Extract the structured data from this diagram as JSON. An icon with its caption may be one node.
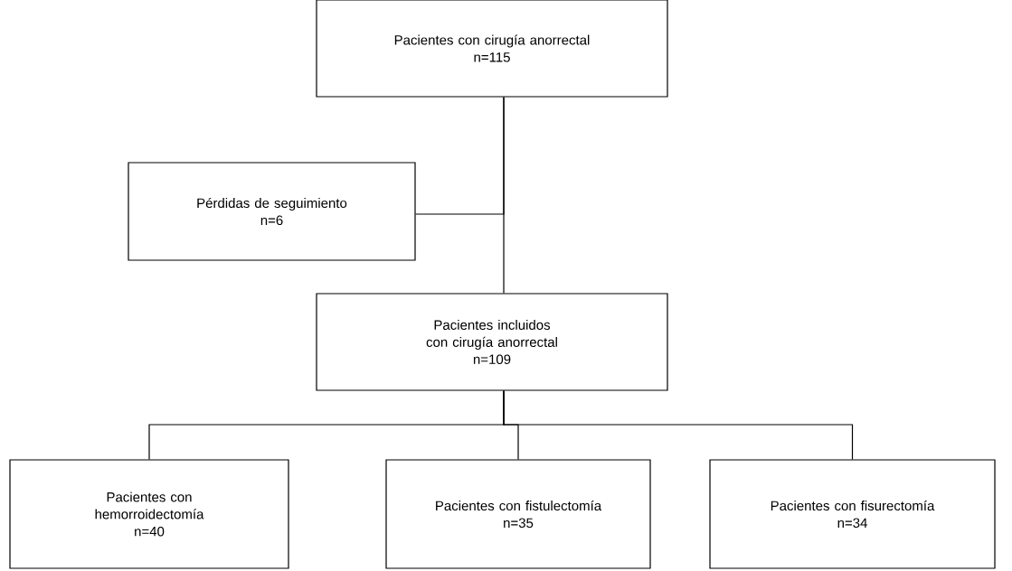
{
  "diagram": {
    "nodes": [
      {
        "text": [
          "Pacientes con cirugía anorrectal",
          "n=115"
        ]
      },
      {
        "text": [
          "Pérdidas de seguimiento",
          "n=6"
        ]
      },
      {
        "text": [
          "Pacientes incluidos con cirugía anorrectal",
          "n=109"
        ]
      },
      {
        "text": [
          "Pacientes con hemorroidectomía",
          "n=40"
        ]
      },
      {
        "text": [
          "Pacientes con fistulectomía",
          "n=35"
        ]
      },
      {
        "text": [
          "Pacientes con fisurectomía",
          "n=34"
        ]
      }
    ],
    "edges": [
      {
        "from": 0,
        "to": 2,
        "arrow": "none"
      },
      {
        "from": 0,
        "to": 1,
        "arrow": "none"
      },
      {
        "from": 2,
        "to": 3,
        "arrow": "none"
      },
      {
        "from": 2,
        "to": 4,
        "arrow": "none"
      },
      {
        "from": 2,
        "to": 5,
        "arrow": "none"
      }
    ]
  }
}
